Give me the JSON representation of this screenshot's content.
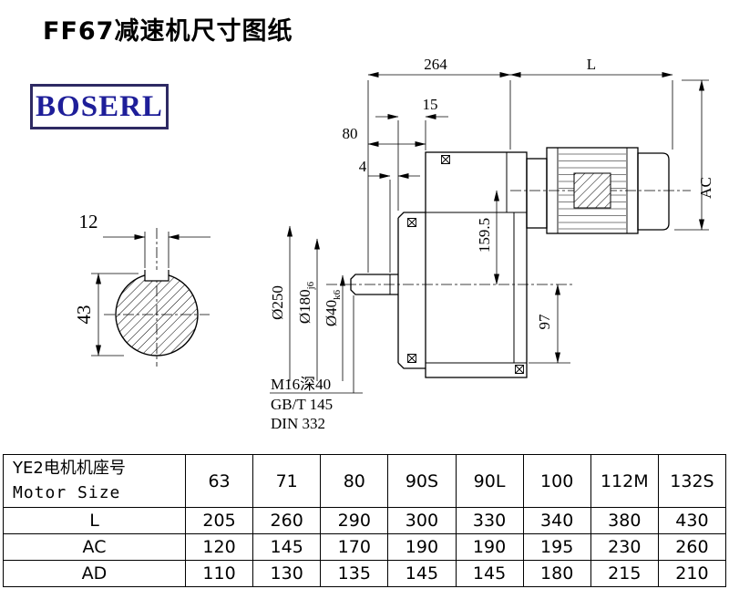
{
  "theme": {
    "logo-border": "#2e2a63",
    "logo-text": "#1e1e99",
    "ink": "#000000"
  },
  "page": {
    "title": "FF67减速机尺寸图纸"
  },
  "logo": {
    "text": "BOSERL"
  },
  "drawing": {
    "dim_264": "264",
    "dim_L": "L",
    "dim_15": "15",
    "dim_80": "80",
    "dim_4": "4",
    "dim_AC": "AC",
    "dim_159_5": "159.5",
    "dim_97": "97",
    "dim_12": "12",
    "dim_43": "43",
    "dia_250": "Ø250",
    "dia_180": {
      "main": "Ø180",
      "tol": "j6"
    },
    "dia_40": {
      "main": "Ø40",
      "tol": "k6"
    },
    "thread_callout": "M16深40",
    "standard_1": "GB/T 145",
    "standard_2": "DIN 332"
  },
  "table": {
    "header_cn": "YE2电机机座号",
    "header_en": "Motor Size",
    "sizes": [
      "63",
      "71",
      "80",
      "90S",
      "90L",
      "100",
      "112M",
      "132S"
    ],
    "rows": [
      {
        "label": "L",
        "values": [
          "205",
          "260",
          "290",
          "300",
          "330",
          "340",
          "380",
          "430"
        ]
      },
      {
        "label": "AC",
        "values": [
          "120",
          "145",
          "170",
          "190",
          "190",
          "195",
          "230",
          "260"
        ]
      },
      {
        "label": "AD",
        "values": [
          "110",
          "130",
          "135",
          "145",
          "145",
          "180",
          "215",
          "210"
        ]
      }
    ]
  }
}
